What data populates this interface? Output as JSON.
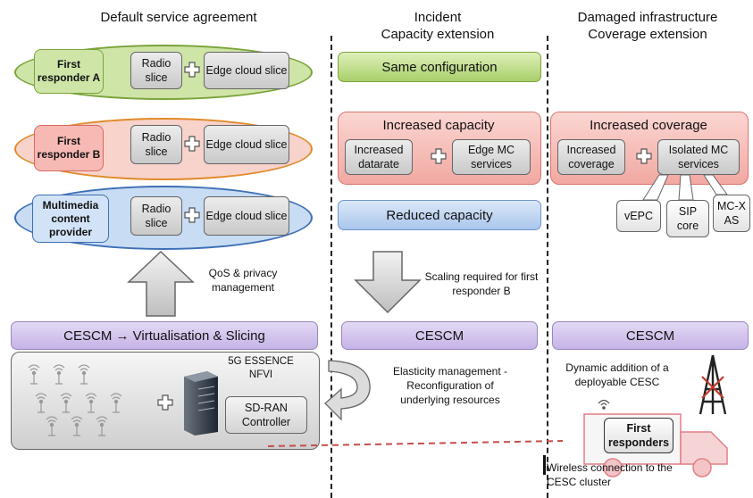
{
  "headers": {
    "col1": "Default service agreement",
    "col2": [
      "Incident",
      "Capacity extension"
    ],
    "col3": [
      "Damaged infrastructure",
      "Coverage extension"
    ]
  },
  "rows": [
    {
      "label": "First responder A",
      "slice1": "Radio slice",
      "slice2": "Edge cloud slice",
      "color": "#cfe5a8",
      "border": "#7aa33a"
    },
    {
      "label": "First responder B",
      "slice1": "Radio slice",
      "slice2": "Edge cloud slice",
      "color": "#f8c8c4",
      "border": "#e08a2a"
    },
    {
      "label": "Multimedia content provider",
      "slice1": "Radio slice",
      "slice2": "Edge cloud slice",
      "color": "#c8dcf4",
      "border": "#3d6fb5"
    }
  ],
  "col2": {
    "same": "Same configuration",
    "increased_capacity": "Increased capacity",
    "increased_datarate": "Increased datarate",
    "edge_mc": "Edge MC services",
    "reduced": "Reduced capacity",
    "scaling": "Scaling required for first responder B",
    "cescm": "CESCM",
    "elasticity": "Elasticity management - Reconfiguration of underlying resources"
  },
  "col3": {
    "increased_coverage_title": "Increased coverage",
    "increased_coverage": "Increased coverage",
    "isolated_mc": "Isolated MC services",
    "vepc": "vEPC",
    "sip": "SIP core",
    "mcx": "MC-X AS",
    "cescm": "CESCM",
    "dynamic": "Dynamic addition of a deployable CESC",
    "first_responders": "First responders",
    "wireless": "Wireless connection to the CESC cluster"
  },
  "col1": {
    "qos": "QoS & privacy management",
    "cescm_bar": "CESCM → Virtualisation & Slicing",
    "nfvi": "5G ESSENCE NFVI",
    "sdran": "SD-RAN Controller"
  },
  "colors": {
    "green": "#cfe5a8",
    "red": "#f8c8c4",
    "blue": "#c8dcf4",
    "purple": "#d6c8ee",
    "link": "#c0504d"
  }
}
